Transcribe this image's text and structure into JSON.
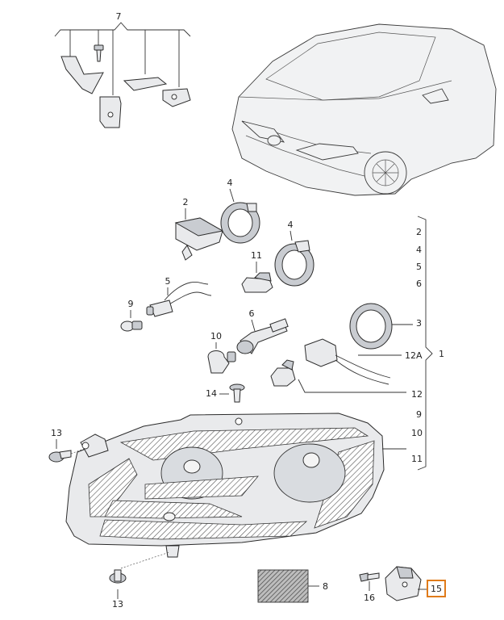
{
  "colors": {
    "highlight": "#e07b1a",
    "line": "#333333",
    "part_fill": "#e9eaec",
    "hatch_fill": "#7a7a7a"
  },
  "callouts": {
    "c7": "7",
    "c2": "2",
    "c4a": "4",
    "c4b": "4",
    "c11": "11",
    "c5": "5",
    "c9": "9",
    "c6": "6",
    "c10": "10",
    "c14": "14",
    "c13a": "13",
    "c13b": "13",
    "c8": "8",
    "c16": "16",
    "c15": "15"
  },
  "right_list": {
    "items": [
      "2",
      "4",
      "5",
      "6",
      "3",
      "12A",
      "12",
      "9",
      "10",
      "11"
    ],
    "group_label": "1"
  }
}
